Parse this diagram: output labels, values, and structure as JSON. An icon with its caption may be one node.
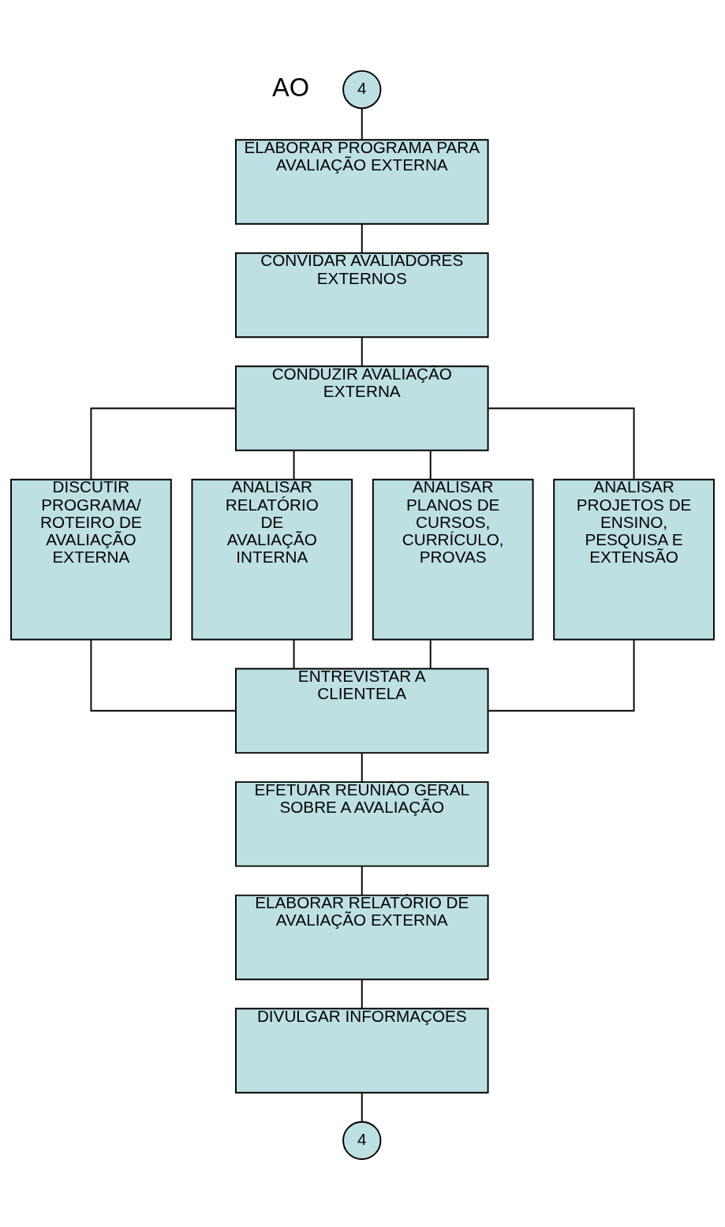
{
  "diagram": {
    "nodes": [
      {
        "text": [
          "4"
        ]
      },
      {
        "text": [
          "ELABORAR PROGRAMA PARA AVALIAÇÃO EXTERNA"
        ]
      },
      {
        "text": [
          "CONVIDAR AVALIADORES EXTERNOS"
        ]
      },
      {
        "text": [
          "CONDUZIR AVALIAÇÃO EXTERNA"
        ]
      },
      {
        "text": [
          "DISCUTIR PROGRAMA/ ROTEIRO DE AVALIAÇÃO EXTERNA"
        ]
      },
      {
        "text": [
          "ANALISAR RELATÓRIO DE AVALIAÇÃO INTERNA"
        ]
      },
      {
        "text": [
          "ANALISAR PLANOS DE CURSOS, CURRÍCULO, PROVAS"
        ]
      },
      {
        "text": [
          "ANALISAR PROJETOS DE ENSINO, PESQUISA E EXTENSÃO"
        ]
      },
      {
        "text": [
          "ENTREVISTAR A CLIENTELA"
        ]
      },
      {
        "text": [
          "EFETUAR REUNIÃO GERAL SOBRE A AVALIAÇÃO"
        ]
      },
      {
        "text": [
          "ELABORAR RELATÓRIO DE AVALIAÇÃO EXTERNA"
        ]
      },
      {
        "text": [
          "DIVULGAR INFORMAÇÕES"
        ]
      },
      {
        "text": [
          "4"
        ]
      }
    ],
    "edges": [
      {
        "from": 0,
        "to": 1,
        "arrow": "none"
      },
      {
        "from": 1,
        "to": 2,
        "arrow": "none"
      },
      {
        "from": 2,
        "to": 3,
        "arrow": "none"
      },
      {
        "from": 3,
        "to": 4,
        "arrow": "none"
      },
      {
        "from": 3,
        "to": 5,
        "arrow": "none"
      },
      {
        "from": 3,
        "to": 6,
        "arrow": "none"
      },
      {
        "from": 3,
        "to": 7,
        "arrow": "none"
      },
      {
        "from": 4,
        "to": 8,
        "arrow": "none"
      },
      {
        "from": 5,
        "to": 8,
        "arrow": "none"
      },
      {
        "from": 6,
        "to": 8,
        "arrow": "none"
      },
      {
        "from": 7,
        "to": 8,
        "arrow": "none"
      },
      {
        "from": 8,
        "to": 9,
        "arrow": "none"
      },
      {
        "from": 9,
        "to": 10,
        "arrow": "none"
      },
      {
        "from": 10,
        "to": 11,
        "arrow": "none"
      },
      {
        "from": 11,
        "to": 12,
        "arrow": "none"
      }
    ],
    "labels": [
      "AO"
    ]
  }
}
